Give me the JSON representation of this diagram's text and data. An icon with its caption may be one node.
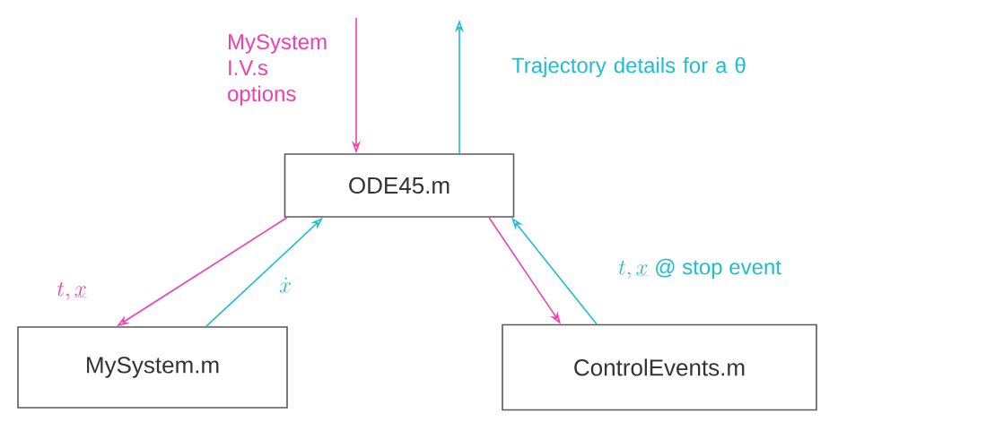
{
  "diagram": {
    "nodes": [
      {
        "text": [
          "ODE45.m"
        ]
      },
      {
        "text": [
          "MySystem.m"
        ]
      },
      {
        "text": [
          "ControlEvents.m"
        ]
      }
    ],
    "edges": [
      {
        "from": null,
        "to": 0,
        "arrow": "to",
        "label": "MySystem I.V.s options",
        "color": "#f040b0"
      },
      {
        "from": 0,
        "to": null,
        "arrow": "to",
        "label": "Trajectory details for a θ",
        "color": "#20bcd0"
      },
      {
        "from": 0,
        "to": 1,
        "arrow": "to",
        "label": "t, \\underline{x}",
        "color": "#f040b0"
      },
      {
        "from": 1,
        "to": 0,
        "arrow": "to",
        "label": "\\dot{x}",
        "color": "#20bcd0"
      },
      {
        "from": 0,
        "to": 2,
        "arrow": "to",
        "color": "#f040b0"
      },
      {
        "from": 2,
        "to": 0,
        "arrow": "to",
        "label": "t, \\underline{x}\\ \\mbox{@ stop event}",
        "color": "#20bcd0"
      }
    ]
  }
}
